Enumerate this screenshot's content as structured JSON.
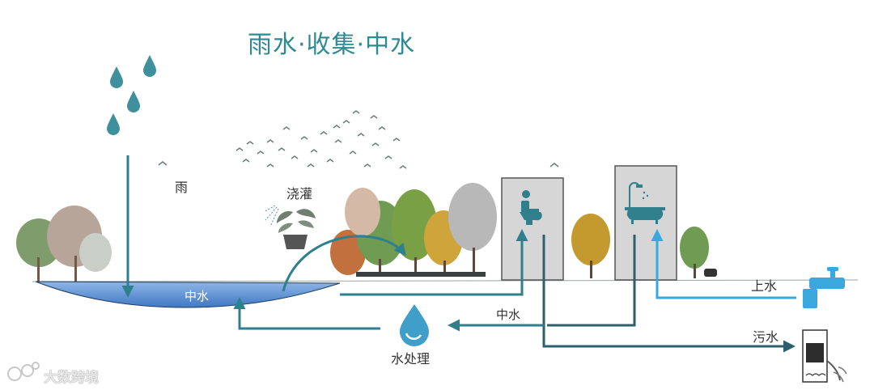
{
  "title": "雨水·收集·中水",
  "labels": {
    "rain": "雨",
    "irrigation": "浇灌",
    "pond_water": "中水",
    "reclaimed_water": "中水",
    "water_treatment": "水处理",
    "tap_water": "上水",
    "sewage": "污水"
  },
  "watermark": "大数跨境",
  "icons": [
    "raindrop-icon",
    "sprinkler-plant-icon",
    "toilet-icon",
    "bathtub-shower-icon",
    "water-treatment-drop-icon",
    "faucet-icon",
    "sewage-outlet-icon",
    "watermark-logo-icon"
  ],
  "colors": {
    "title": "#2f8a93",
    "reclaimed_flow": "#2f7f8c",
    "fresh_flow": "#3aa8dc",
    "sewage_flow": "#2e5f6c",
    "pond": "#5b8fd0"
  }
}
